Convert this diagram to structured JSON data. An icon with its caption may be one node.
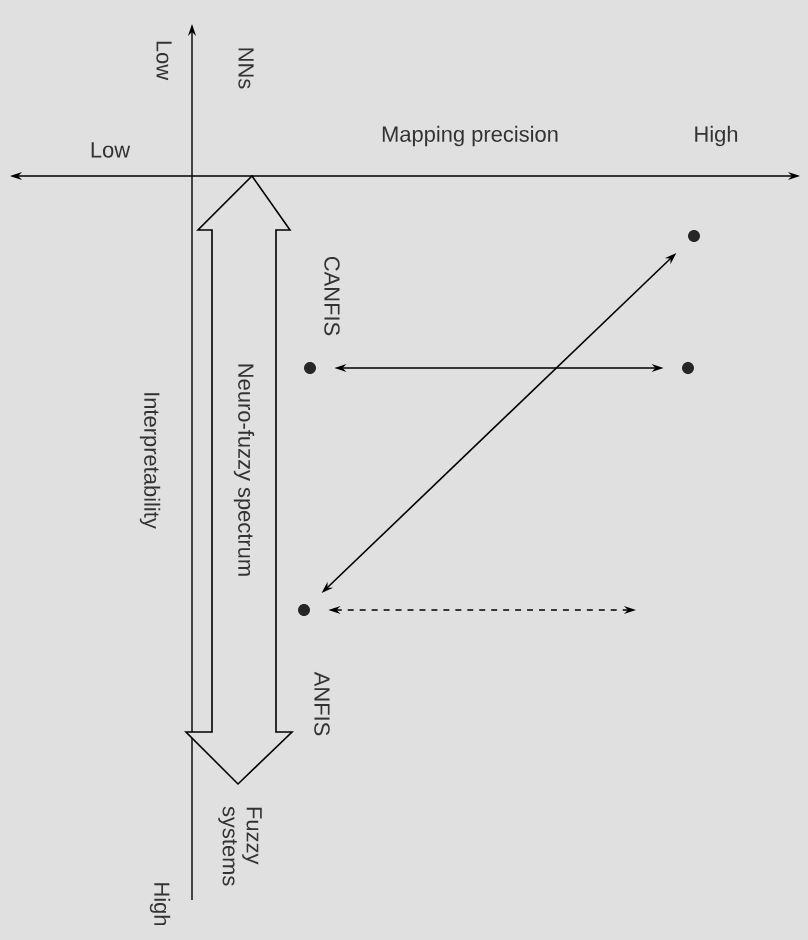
{
  "diagram": {
    "nodes": [
      {
        "text": [
          "Neuro-fuzzy spectrum"
        ]
      },
      {
        "text": [],
        "shape": "circle"
      },
      {
        "text": [],
        "shape": "circle",
        "beside": [
          "CANFIS"
        ]
      },
      {
        "text": [],
        "shape": "circle"
      },
      {
        "text": [],
        "shape": "circle"
      }
    ],
    "edges": [
      {
        "from": 2,
        "to": 3,
        "arrow": "both"
      },
      {
        "from": 1,
        "to": 4,
        "arrow": "both"
      },
      {
        "from": 4,
        "to": null,
        "arrow": "both",
        "style": "dashed"
      }
    ],
    "labels": [
      "Low",
      "NNs",
      "Low",
      "Mapping precision",
      "High",
      "Interpretability",
      "ANFIS",
      "Fuzzy systems",
      "High"
    ]
  }
}
